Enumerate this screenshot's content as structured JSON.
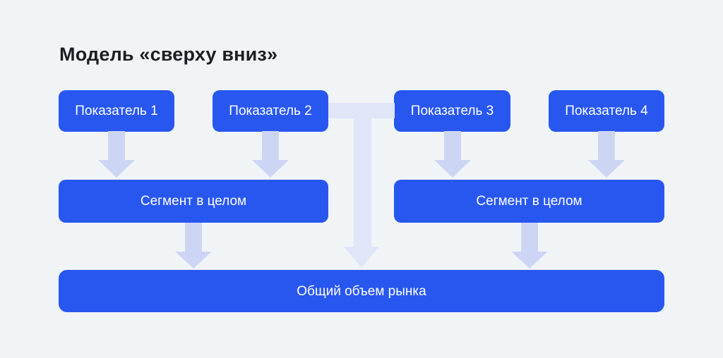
{
  "title": "Модель «сверху вниз»",
  "colors": {
    "background": "#f1f4f7",
    "node_blue": "#2857f0",
    "node_text": "#ffffff",
    "arrow_light": "#ccd6f4",
    "connector_lighter": "#e0e5f8",
    "title_text": "#1b1e23"
  },
  "diagram": {
    "top_boxes": [
      {
        "label": "Показатель 1"
      },
      {
        "label": "Показатель 2"
      },
      {
        "label": "Показатель 3"
      },
      {
        "label": "Показатель 4"
      }
    ],
    "segment_boxes": [
      {
        "label": "Сегмент в целом"
      },
      {
        "label": "Сегмент в целом"
      }
    ],
    "total_box": {
      "label": "Общий объем рынка"
    }
  }
}
